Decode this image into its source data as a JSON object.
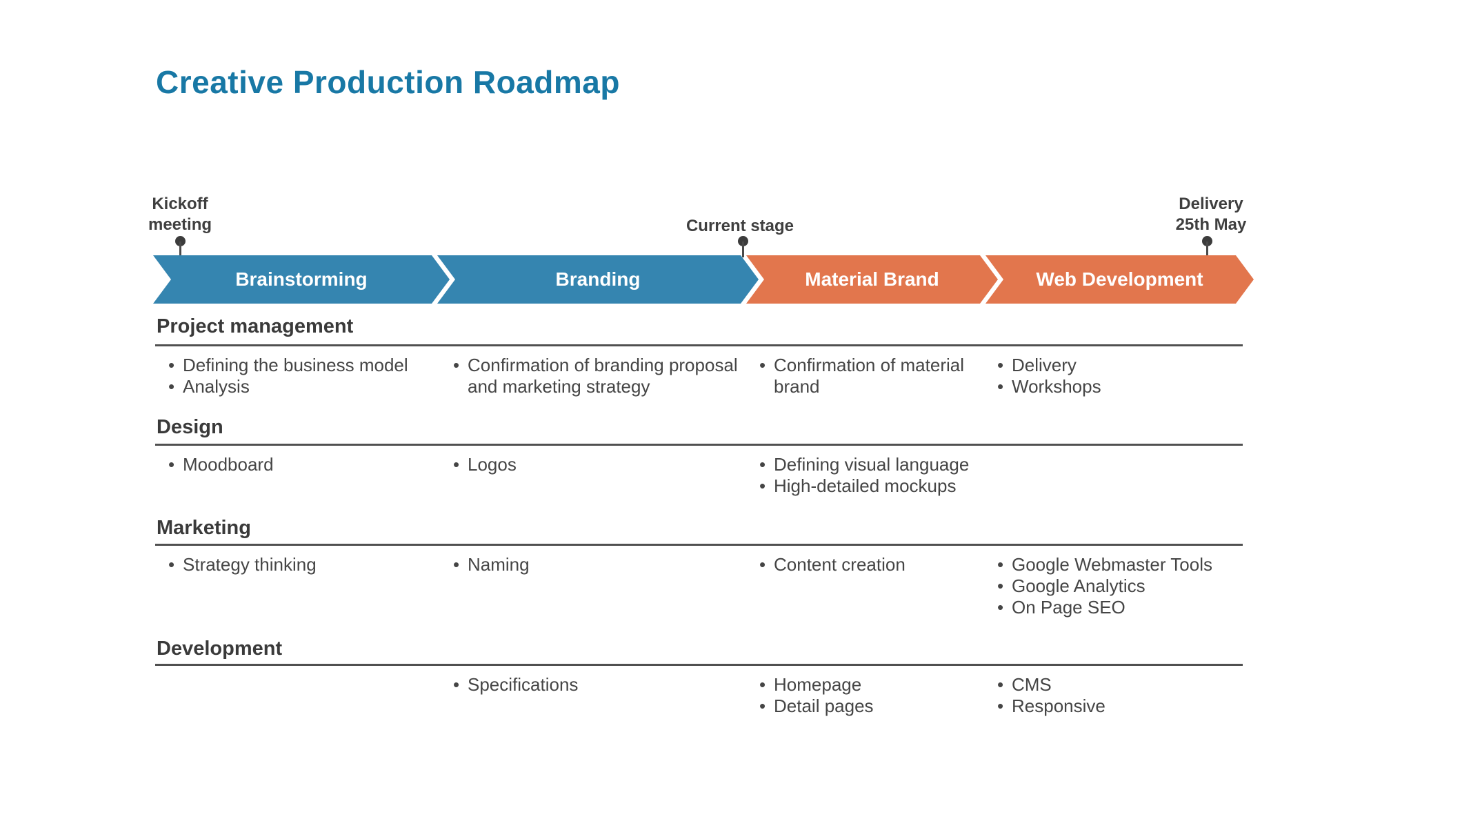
{
  "title": "Creative Production Roadmap",
  "colors": {
    "title": "#1878a5",
    "stage_blue": "#3585b0",
    "stage_orange": "#e2764d",
    "text": "#454545",
    "pin": "#3c3c3c"
  },
  "timeline": {
    "stages": [
      {
        "label": "Brainstorming",
        "color": "#3585b0"
      },
      {
        "label": "Branding",
        "color": "#3585b0"
      },
      {
        "label": "Material Brand",
        "color": "#e2764d"
      },
      {
        "label": "Web Development",
        "color": "#e2764d"
      }
    ],
    "markers": [
      {
        "label": "Kickoff\nmeeting"
      },
      {
        "label": "Current stage"
      },
      {
        "label": "Delivery\n25th May"
      }
    ]
  },
  "table": {
    "sections": [
      {
        "heading": "Project management",
        "cols": [
          [
            "Defining the business model",
            "Analysis"
          ],
          [
            "Confirmation of branding proposal\nand marketing strategy"
          ],
          [
            "Confirmation of material\nbrand"
          ],
          [
            "Delivery",
            "Workshops"
          ]
        ]
      },
      {
        "heading": "Design",
        "cols": [
          [
            "Moodboard"
          ],
          [
            "Logos"
          ],
          [
            "Defining visual language",
            "High-detailed mockups"
          ],
          []
        ]
      },
      {
        "heading": "Marketing",
        "cols": [
          [
            "Strategy thinking"
          ],
          [
            "Naming"
          ],
          [
            "Content creation"
          ],
          [
            "Google Webmaster Tools",
            "Google Analytics",
            "On Page SEO"
          ]
        ]
      },
      {
        "heading": "Development",
        "cols": [
          [],
          [
            "Specifications"
          ],
          [
            "Homepage",
            "Detail pages"
          ],
          [
            "CMS",
            "Responsive"
          ]
        ]
      }
    ]
  }
}
